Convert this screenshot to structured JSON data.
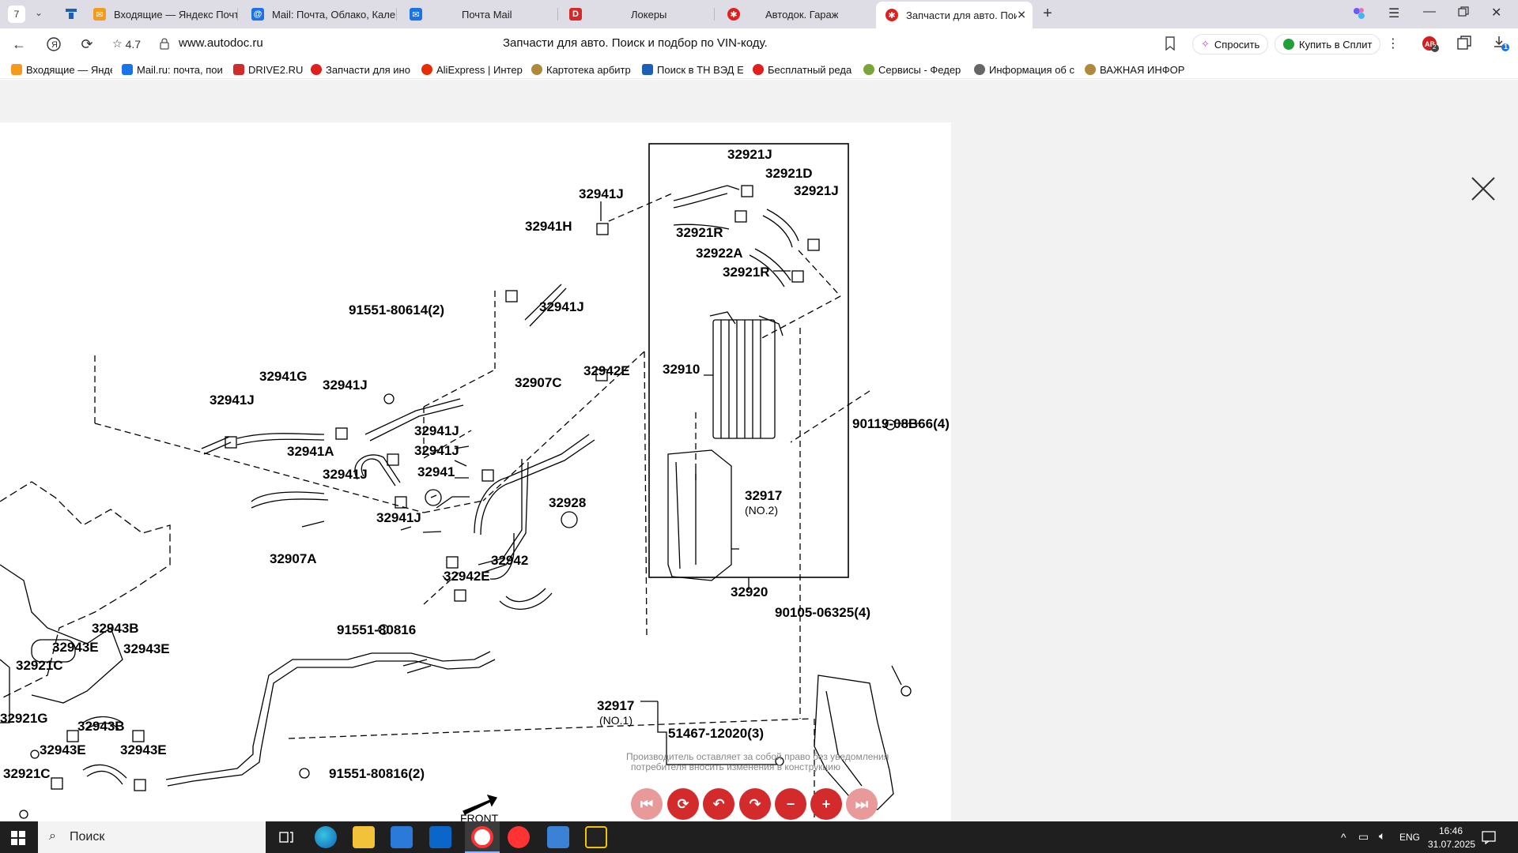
{
  "browser": {
    "tab_counter": "7",
    "tabs": [
      {
        "title": "Входящие — Яндекс Почта",
        "color": "#f39a1f"
      },
      {
        "title": "Mail: Почта, Облако, Календарь",
        "color": "#1a73e8"
      },
      {
        "title": "Почта Mail",
        "color": "#1a73e8"
      },
      {
        "title": "Локеры",
        "color": "#d12c2c"
      },
      {
        "title": "Автодок. Гараж",
        "color": "#e0201c"
      },
      {
        "title": "Запчасти для авто. Поиск",
        "color": "#e0201c"
      }
    ],
    "new_tab": "+",
    "rating": "4.7",
    "url": "www.autodoc.ru",
    "page_title": "Запчасти для авто. Поиск и подбор по VIN-коду.",
    "ask_button": "Спросить",
    "split_button": "Купить в Сплит",
    "ext_badge": "2",
    "download_badge": "1"
  },
  "bookmarks": [
    {
      "label": "Входящие — Яндекс",
      "color": "#f39a1f"
    },
    {
      "label": "Mail.ru: почта, пои",
      "color": "#1a73e8"
    },
    {
      "label": "DRIVE2.RU",
      "color": "#d12c2c"
    },
    {
      "label": "Запчасти для ино",
      "color": "#e0201c"
    },
    {
      "label": "AliExpress | Интер",
      "color": "#e62e04"
    },
    {
      "label": "Картотека арбитр",
      "color": "#b08a3c"
    },
    {
      "label": "Поиск в ТН ВЭД Е",
      "color": "#1c5fb4"
    },
    {
      "label": "Бесплатный реда",
      "color": "#e0201c"
    },
    {
      "label": "Сервисы - Федер",
      "color": "#7aa53a"
    },
    {
      "label": "Информация об с",
      "color": "#666666"
    },
    {
      "label": "ВАЖНАЯ ИНФОР",
      "color": "#b08a3c"
    }
  ],
  "diagram": {
    "labels": {
      "p32921J_a": "32921J",
      "p32921D": "32921D",
      "p32921J_b": "32921J",
      "p32921R_a": "32921R",
      "p32922A": "32922A",
      "p32921R_b": "32921R",
      "p32910": "32910",
      "p90119": "90119-08B66(4)",
      "p32917_2": "32917",
      "p32917_2n": "(NO.2)",
      "p32920": "32920",
      "p90105": "90105-06325(4)",
      "p32917_1": "32917",
      "p32917_1n": "(NO.1)",
      "p51467": "51467-12020(3)",
      "p32941J_1": "32941J",
      "p32941H": "32941H",
      "p32941J_2": "32941J",
      "p91551_80614": "91551-80614(2)",
      "p32907C": "32907C",
      "p32942E_1": "32942E",
      "p32941G": "32941G",
      "p32941J_3": "32941J",
      "p32941J_4": "32941J",
      "p32941J_5": "32941J",
      "p32941J_6": "32941J",
      "p32941A": "32941A",
      "p32941J_7": "32941J",
      "p32941": "32941",
      "p32928": "32928",
      "p32941J_8": "32941J",
      "p32942": "32942",
      "p32942E_2": "32942E",
      "p32907A": "32907A",
      "p91551_80816": "91551-80816",
      "p32943B_1": "32943B",
      "p32943E_1": "32943E",
      "p32943E_2": "32943E",
      "p32921C_1": "32921C",
      "p32921G": "32921G",
      "p32943B_2": "32943B",
      "p32943E_3": "32943E",
      "p32943E_4": "32943E",
      "p32921C_2": "32921C",
      "p91551_80816_2": "91551-80816(2)",
      "front": "FRONT"
    },
    "notice_line1": "Производитель оставляет за собой право без уведомления",
    "notice_line2": "потребителя вносить изменения в конструкцию"
  },
  "viewer_controls": [
    "⏮",
    "⟳",
    "↶",
    "↷",
    "−",
    "+",
    "⏭"
  ],
  "taskbar": {
    "search_placeholder": "Поиск",
    "lang": "ENG",
    "time": "16:46",
    "date": "31.07.2025"
  }
}
